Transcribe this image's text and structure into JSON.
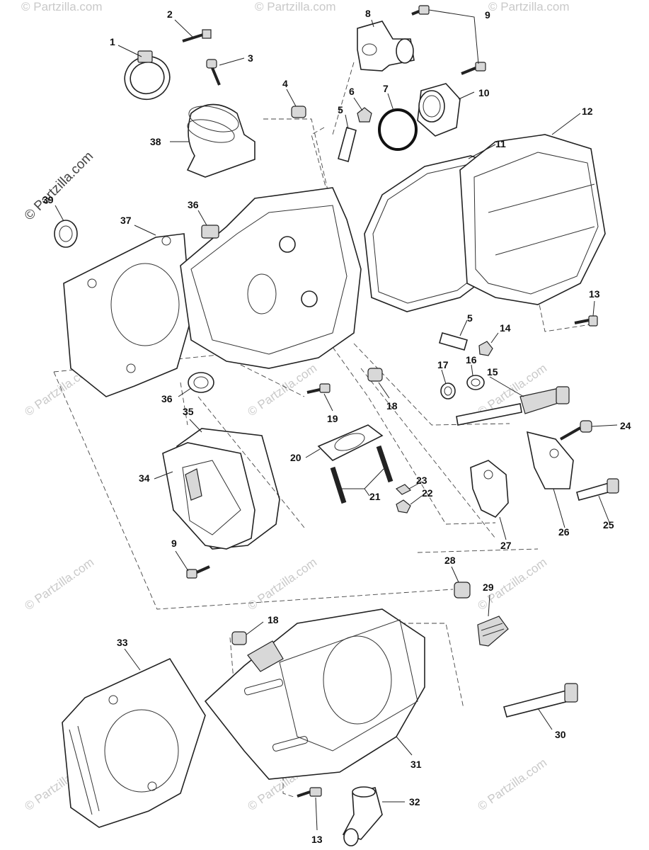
{
  "watermark": {
    "text": "© Partzilla.com"
  },
  "callouts": {
    "p1": "1",
    "p2": "2",
    "p3": "3",
    "p4": "4",
    "p5a": "5",
    "p5b": "5",
    "p6": "6",
    "p7": "7",
    "p8": "8",
    "p9a": "9",
    "p9b": "9",
    "p10": "10",
    "p11": "11",
    "p12": "12",
    "p13a": "13",
    "p13b": "13",
    "p14": "14",
    "p15": "15",
    "p16": "16",
    "p17": "17",
    "p18a": "18",
    "p18b": "18",
    "p19": "19",
    "p20": "20",
    "p21": "21",
    "p22": "22",
    "p23": "23",
    "p24": "24",
    "p25": "25",
    "p26": "26",
    "p27": "27",
    "p28": "28",
    "p29": "29",
    "p30": "30",
    "p31": "31",
    "p32": "32",
    "p33": "33",
    "p34": "34",
    "p35": "35",
    "p36a": "36",
    "p36b": "36",
    "p37": "37",
    "p38": "38",
    "p39": "39"
  }
}
